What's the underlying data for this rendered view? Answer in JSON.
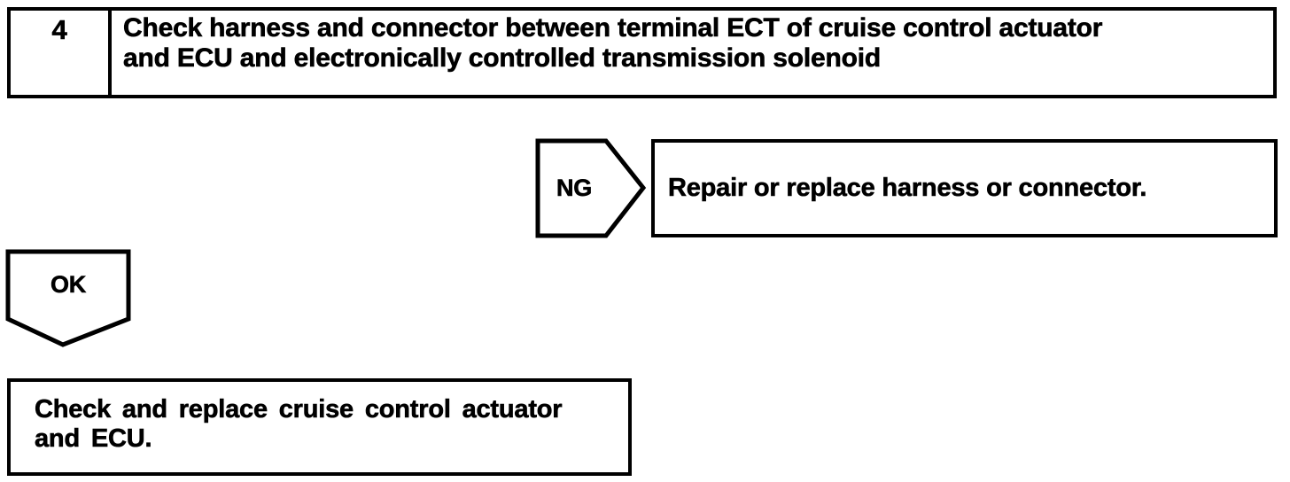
{
  "colors": {
    "ink": "#000000",
    "paper": "#ffffff"
  },
  "step_box": {
    "number": "4",
    "instruction": "Check harness and connector between terminal ECT of cruise control actuator and ECU and electronically controlled transmission solenoid",
    "instruction_lines": [
      "Check harness and connector between terminal ECT of cruise control actuator",
      "and ECU and electronically controlled transmission solenoid"
    ]
  },
  "ng_branch": {
    "label": "NG",
    "action": "Repair or replace harness or connector."
  },
  "ok_branch": {
    "label": "OK",
    "action": "Check and replace cruise control actuator and ECU.",
    "action_lines": [
      "Check and replace cruise control actuator",
      "and ECU."
    ]
  }
}
